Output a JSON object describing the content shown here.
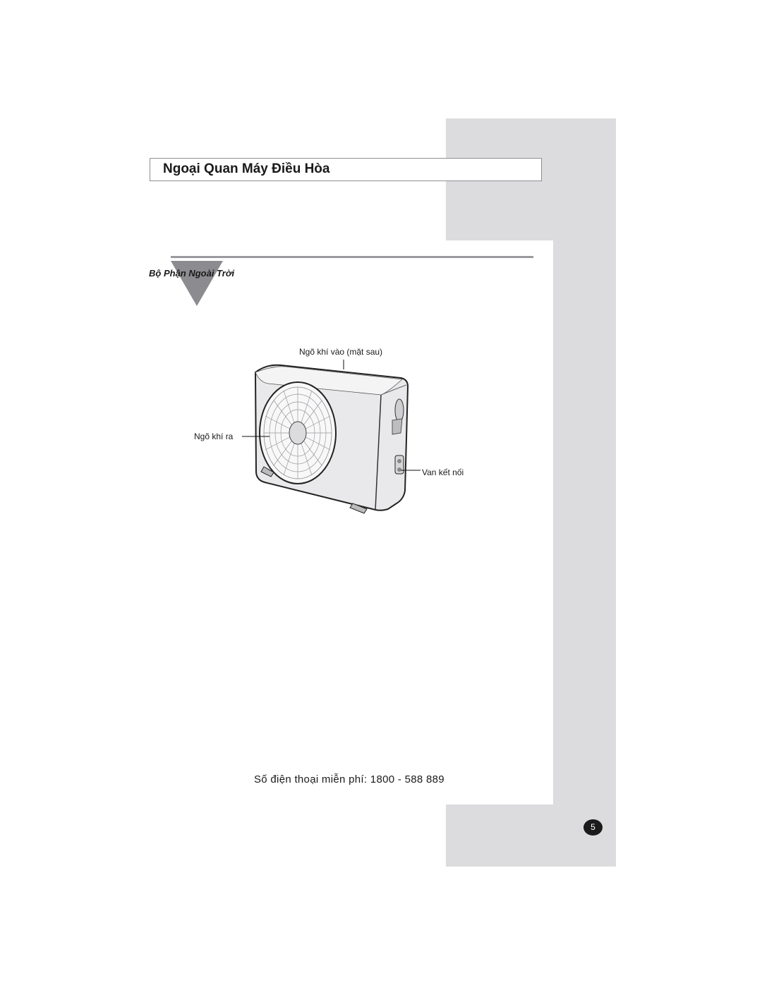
{
  "header": {
    "title": "Ngoại Quan Máy Điều Hòa"
  },
  "section": {
    "label": "Bộ Phận Ngoài Trời"
  },
  "figure": {
    "callouts": {
      "air_inlet": "Ngõ khí vào (mặt sau)",
      "air_outlet": "Ngõ khí ra",
      "connection_valve": "Van kết nối"
    }
  },
  "footer": {
    "hotline": "Số điện thoại miễn phí: 1800 - 588 889",
    "page_number": "5"
  },
  "colors": {
    "side_tab": "#dcdcde",
    "rule": "#9a9a9e",
    "badge": "#1b1b1b"
  }
}
